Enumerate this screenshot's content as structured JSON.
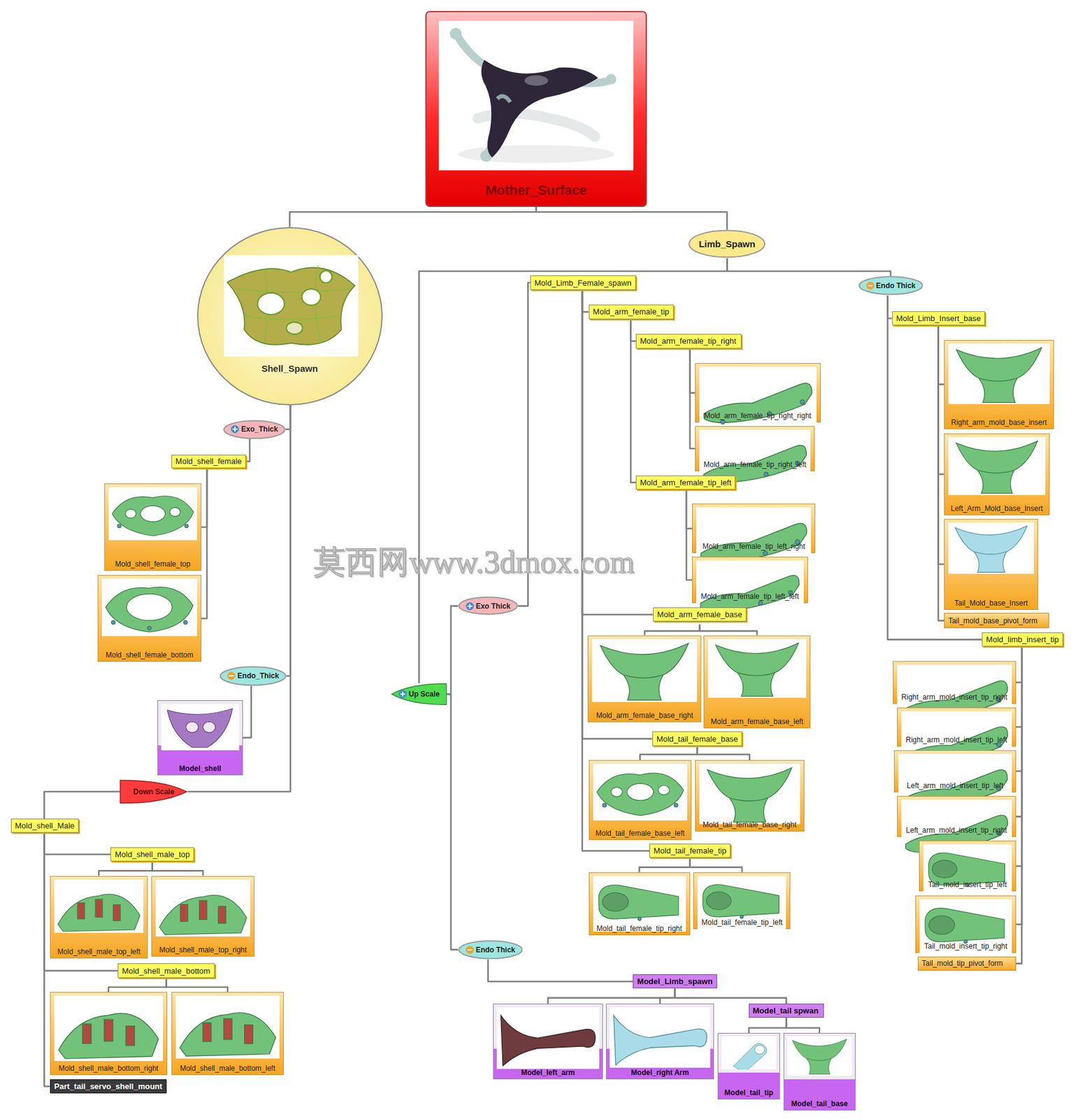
{
  "diagram": {
    "nodes": [
      {
        "text": [
          "Mother_Surface"
        ]
      },
      {
        "text": [
          "Shell_Spawn"
        ]
      },
      {
        "text": [
          "Limb_Spawn"
        ]
      },
      {
        "text": [
          "Exo_Thick"
        ]
      },
      {
        "text": [
          "Mold_shell_female"
        ]
      },
      {
        "text": [
          "Mold_shell_female_top"
        ]
      },
      {
        "text": [
          "Mold_shell_female_bottom"
        ]
      },
      {
        "text": [
          "Endo_Thick"
        ]
      },
      {
        "text": [
          "Model_shell"
        ]
      },
      {
        "text": [
          "Down Scale"
        ]
      },
      {
        "text": [
          "Mold_shell_Male"
        ]
      },
      {
        "text": [
          "Mold_shell_male_top"
        ]
      },
      {
        "text": [
          "Mold_shell_male_top_left"
        ]
      },
      {
        "text": [
          "Mold_shell_male_top_right"
        ]
      },
      {
        "text": [
          "Mold_shell_male_bottom"
        ]
      },
      {
        "text": [
          "Mold_shell_male_bottom_right"
        ]
      },
      {
        "text": [
          "Mold_shell_male_bottom_left"
        ]
      },
      {
        "text": [
          "Part_tail_servo_shell_mount"
        ]
      },
      {
        "text": [
          "Up Scale"
        ]
      },
      {
        "text": [
          "Mold_Limb_Female_spawn"
        ]
      },
      {
        "text": [
          "Mold_arm_female_tip"
        ]
      },
      {
        "text": [
          "Mold_arm_female_tip_right"
        ]
      },
      {
        "text": [
          "Mold_arm_female_tip_right_right"
        ]
      },
      {
        "text": [
          "Mold_arm_female_tip_right_left"
        ]
      },
      {
        "text": [
          "Mold_arm_female_tip_left"
        ]
      },
      {
        "text": [
          "Mold_arm_female_tip_left_right"
        ]
      },
      {
        "text": [
          "Mold_arm_female_tip_left_left"
        ]
      },
      {
        "text": [
          "Mold_arm_female_base"
        ]
      },
      {
        "text": [
          "Mold_arm_female_base_right"
        ]
      },
      {
        "text": [
          "Mold_arm_female_base_left"
        ]
      },
      {
        "text": [
          "Mold_tail_female_base"
        ]
      },
      {
        "text": [
          "Mold_tail_female_base_left"
        ]
      },
      {
        "text": [
          "Mold_tail_female_base_right"
        ]
      },
      {
        "text": [
          "Mold_tail_female_tip"
        ]
      },
      {
        "text": [
          "Mold_tail_female_tip_right"
        ]
      },
      {
        "text": [
          "Mold_tail_female_tip_left"
        ]
      },
      {
        "text": [
          "Exo Thick"
        ]
      },
      {
        "text": [
          "Endo Thick"
        ]
      },
      {
        "text": [
          "Model_Limb_spawn"
        ]
      },
      {
        "text": [
          "Model_left_arm"
        ]
      },
      {
        "text": [
          "Model_right Arm"
        ]
      },
      {
        "text": [
          "Model_tail spwan"
        ]
      },
      {
        "text": [
          "Model_tail_tip"
        ]
      },
      {
        "text": [
          "Model_tail_base"
        ]
      },
      {
        "text": [
          "Endo Thick"
        ]
      },
      {
        "text": [
          "Mold_Limb_Insert_base"
        ]
      },
      {
        "text": [
          "Right_arm_mold_base_insert"
        ]
      },
      {
        "text": [
          "Left_Arm_Mold_base_Insert"
        ]
      },
      {
        "text": [
          "Tail_Mold_base_Insert"
        ]
      },
      {
        "text": [
          "Tail_mold_base_pivot_form"
        ]
      },
      {
        "text": [
          "Mold_limb_insert_tip"
        ]
      },
      {
        "text": [
          "Right_arm_mold_insert_tip_right"
        ]
      },
      {
        "text": [
          "Right_arm_mold_insert_tip_left"
        ]
      },
      {
        "text": [
          "Left_arm_mold_insert_tip_left"
        ]
      },
      {
        "text": [
          "Left_arm_mold_insert_tip_right"
        ]
      },
      {
        "text": [
          "Tail_mold_insert_tip_left"
        ]
      },
      {
        "text": [
          "Tail_mold_insert_tip_right"
        ]
      },
      {
        "text": [
          "Tail_mold_tip_pivot_form"
        ]
      }
    ],
    "edges": [
      {
        "from": 0,
        "to": 1,
        "arrow": "none"
      },
      {
        "from": 0,
        "to": 2,
        "arrow": "none"
      },
      {
        "from": 1,
        "to": 3,
        "arrow": "none"
      },
      {
        "from": 1,
        "to": 7,
        "arrow": "none"
      },
      {
        "from": 1,
        "to": 9,
        "arrow": "none"
      },
      {
        "from": 3,
        "to": 4,
        "arrow": "none"
      },
      {
        "from": 4,
        "to": 5,
        "arrow": "none"
      },
      {
        "from": 4,
        "to": 6,
        "arrow": "none"
      },
      {
        "from": 7,
        "to": 8,
        "arrow": "none"
      },
      {
        "from": 9,
        "to": 10,
        "arrow": "none"
      },
      {
        "from": 10,
        "to": 11,
        "arrow": "none"
      },
      {
        "from": 11,
        "to": 12,
        "arrow": "none"
      },
      {
        "from": 11,
        "to": 13,
        "arrow": "none"
      },
      {
        "from": 10,
        "to": 14,
        "arrow": "none"
      },
      {
        "from": 14,
        "to": 15,
        "arrow": "none"
      },
      {
        "from": 14,
        "to": 16,
        "arrow": "none"
      },
      {
        "from": 10,
        "to": 17,
        "arrow": "none"
      },
      {
        "from": 2,
        "to": 18,
        "arrow": "none"
      },
      {
        "from": 2,
        "to": 44,
        "arrow": "none"
      },
      {
        "from": 18,
        "to": 36,
        "arrow": "none"
      },
      {
        "from": 18,
        "to": 37,
        "arrow": "none"
      },
      {
        "from": 36,
        "to": 19,
        "arrow": "none"
      },
      {
        "from": 19,
        "to": 20,
        "arrow": "none"
      },
      {
        "from": 20,
        "to": 21,
        "arrow": "none"
      },
      {
        "from": 21,
        "to": 22,
        "arrow": "none"
      },
      {
        "from": 21,
        "to": 23,
        "arrow": "none"
      },
      {
        "from": 20,
        "to": 24,
        "arrow": "none"
      },
      {
        "from": 24,
        "to": 25,
        "arrow": "none"
      },
      {
        "from": 24,
        "to": 26,
        "arrow": "none"
      },
      {
        "from": 19,
        "to": 27,
        "arrow": "none"
      },
      {
        "from": 27,
        "to": 28,
        "arrow": "none"
      },
      {
        "from": 27,
        "to": 29,
        "arrow": "none"
      },
      {
        "from": 19,
        "to": 30,
        "arrow": "none"
      },
      {
        "from": 30,
        "to": 31,
        "arrow": "none"
      },
      {
        "from": 30,
        "to": 32,
        "arrow": "none"
      },
      {
        "from": 19,
        "to": 33,
        "arrow": "none"
      },
      {
        "from": 33,
        "to": 34,
        "arrow": "none"
      },
      {
        "from": 33,
        "to": 35,
        "arrow": "none"
      },
      {
        "from": 37,
        "to": 38,
        "arrow": "none"
      },
      {
        "from": 38,
        "to": 39,
        "arrow": "none"
      },
      {
        "from": 38,
        "to": 40,
        "arrow": "none"
      },
      {
        "from": 38,
        "to": 41,
        "arrow": "none"
      },
      {
        "from": 41,
        "to": 42,
        "arrow": "none"
      },
      {
        "from": 41,
        "to": 43,
        "arrow": "none"
      },
      {
        "from": 44,
        "to": 45,
        "arrow": "none"
      },
      {
        "from": 45,
        "to": 46,
        "arrow": "none"
      },
      {
        "from": 45,
        "to": 47,
        "arrow": "none"
      },
      {
        "from": 45,
        "to": 48,
        "arrow": "none"
      },
      {
        "from": 45,
        "to": 49,
        "arrow": "none"
      },
      {
        "from": 44,
        "to": 50,
        "arrow": "none"
      },
      {
        "from": 50,
        "to": 51,
        "arrow": "none"
      },
      {
        "from": 50,
        "to": 52,
        "arrow": "none"
      },
      {
        "from": 50,
        "to": 53,
        "arrow": "none"
      },
      {
        "from": 50,
        "to": 54,
        "arrow": "none"
      },
      {
        "from": 50,
        "to": 55,
        "arrow": "none"
      },
      {
        "from": 50,
        "to": 56,
        "arrow": "none"
      },
      {
        "from": 50,
        "to": 57,
        "arrow": "none"
      }
    ],
    "labels": [
      "莫西网www.3dmox.com"
    ]
  }
}
